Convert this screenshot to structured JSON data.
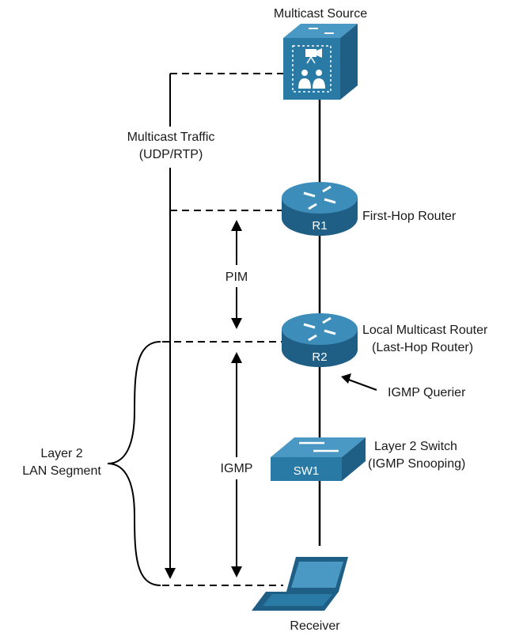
{
  "colors": {
    "device_dark": "#1f5f86",
    "device_mid": "#2a7aa6",
    "device_light": "#4a98c4",
    "white": "#ffffff",
    "line": "#000000"
  },
  "nodes": {
    "source": {
      "label": "Multicast Source",
      "icon": "multicast-server-icon"
    },
    "r1": {
      "label": "First-Hop Router",
      "device_text": "R1",
      "icon": "router-icon"
    },
    "r2": {
      "label_line1": "Local Multicast Router",
      "label_line2": "(Last-Hop Router)",
      "device_text": "R2",
      "icon": "router-icon"
    },
    "sw1": {
      "label_line1": "Layer 2 Switch",
      "label_line2": "(IGMP Snooping)",
      "device_text": "SW1",
      "icon": "switch-icon"
    },
    "receiver": {
      "label": "Receiver",
      "icon": "laptop-icon"
    }
  },
  "annotations": {
    "traffic_line1": "Multicast Traffic",
    "traffic_line2": "(UDP/RTP)",
    "pim": "PIM",
    "igmp": "IGMP",
    "querier": "IGMP Querier",
    "lan_line1": "Layer 2",
    "lan_line2": "LAN Segment"
  }
}
